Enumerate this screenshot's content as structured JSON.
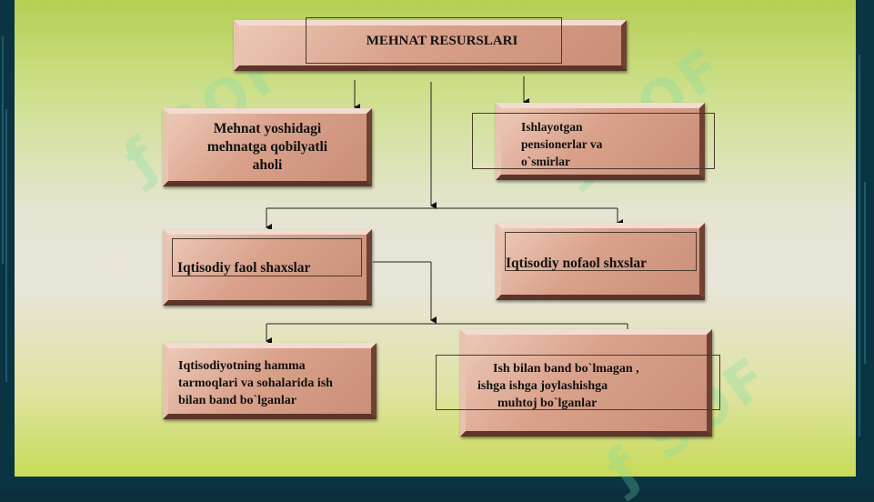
{
  "diagram": {
    "root": "MEHNAT RESURSLARI",
    "level1_left": [
      "Mehnat yoshidagi",
      "mehnatga qobilyatli",
      "aholi"
    ],
    "level1_right": [
      "Ishlayotgan",
      "pensionerlar va",
      "o`smirlar"
    ],
    "level2_left": "Iqtisodiy faol shaxslar",
    "level2_right": "Iqtisodiy nofaol shxslar",
    "level3_left": [
      "Iqtisodiyotning hamma",
      "tarmoqlari va sohalarida ish",
      "bilan band bo`lganlar"
    ],
    "level3_right": [
      "Ish bilan band bo`lmagan ,",
      "ishga ishga joylashishga",
      "muhtoj bo`lganlar"
    ]
  },
  "colors": {
    "box_fill": "#d9a08a",
    "background_top": "#b4cf52",
    "background_bottom": "#c8db58"
  }
}
